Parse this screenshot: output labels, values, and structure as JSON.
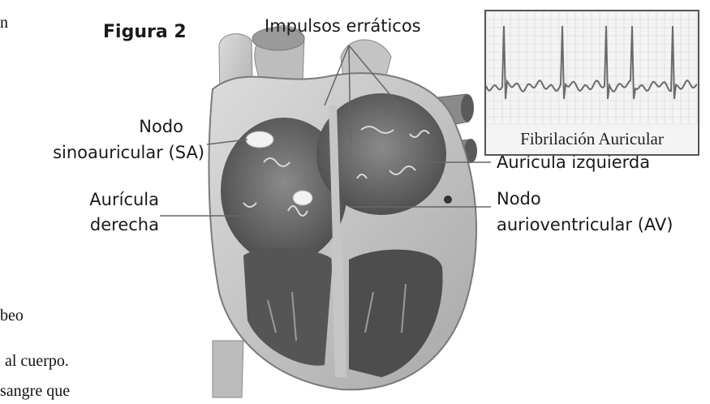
{
  "figure": {
    "title": "Figura 2",
    "labels": {
      "erratic_impulses": "Impulsos erráticos",
      "sa_node_line1": "Nodo",
      "sa_node_line2": "sinoauricular (SA)",
      "right_atrium_line1": "Aurícula",
      "right_atrium_line2": "derecha",
      "left_atrium": "Aurícula izquierda",
      "av_node_line1": "Nodo",
      "av_node_line2": "aurioventricular (AV)"
    },
    "inset": {
      "caption": "Fibrilación Auricular"
    }
  },
  "body_text_fragments": {
    "frag1": "n",
    "frag2": "beo",
    "frag3": "al cuerpo.",
    "frag4": "sangre que"
  },
  "colors": {
    "heart_wall": "#c9c9c9",
    "heart_chamber": "#6e6e6e",
    "heart_dark": "#3a3a3a",
    "ecg_trace": "#6b6b6b",
    "ecg_grid": "#e2e2e2"
  }
}
